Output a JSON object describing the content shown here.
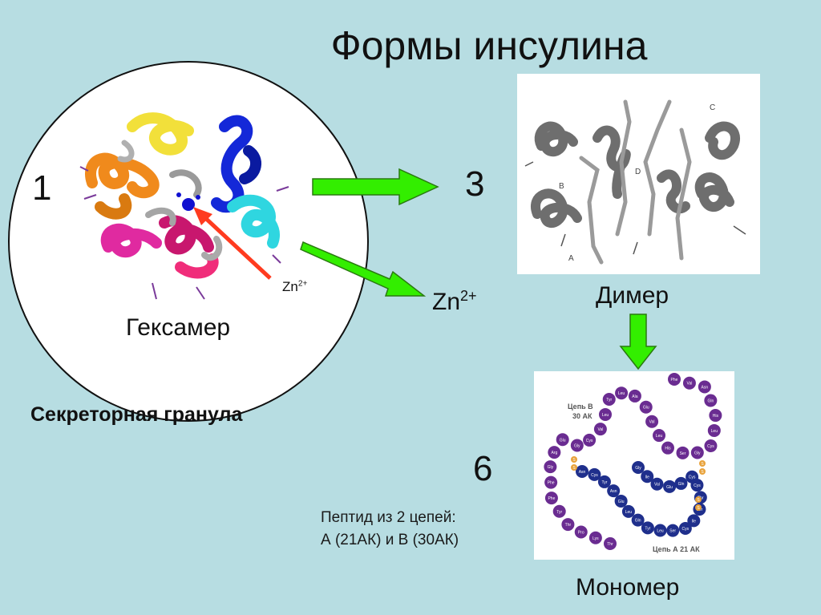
{
  "title": "Формы инсулина",
  "granule": {
    "step_number": "1",
    "hexamer_label": "Гексамер",
    "zn_label": "Zn",
    "zn_charge": "2+",
    "caption": "Секреторная гранула"
  },
  "dimer": {
    "step_number": "3",
    "label": "Димер",
    "released_ion": "Zn",
    "released_charge": "2+",
    "chain_labels": [
      "C",
      "B",
      "D",
      "A"
    ]
  },
  "monomer": {
    "step_number": "6",
    "label": "Мономер",
    "description_line1": "Пептид из 2 цепей:",
    "description_line2": "А (21АК) и В (30АК)",
    "chain_b_label_line1": "Цепь B",
    "chain_b_label_line2": "30 АК",
    "chain_a_label": "Цепь А 21 АК",
    "chain_b_residues": [
      "Phe",
      "Val",
      "Asn",
      "Gln",
      "His",
      "Leu",
      "Cys",
      "Gly",
      "Ser",
      "His",
      "Leu",
      "Val",
      "Glu",
      "Ala",
      "Leu",
      "Tyr",
      "Leu",
      "Val",
      "Cys",
      "Gly",
      "Glu",
      "Arg",
      "Gly",
      "Phe",
      "Phe",
      "Tyr",
      "Thr",
      "Pro",
      "Lys",
      "Thr"
    ],
    "chain_a_residues": [
      "Gly",
      "Ile",
      "Val",
      "Glu",
      "Gln",
      "Cys",
      "Cys",
      "Thr",
      "Ser",
      "Ile",
      "Cys",
      "Ser",
      "Leu",
      "Tyr",
      "Gln",
      "Leu",
      "Glu",
      "Asn",
      "Tyr",
      "Cys",
      "Asn"
    ],
    "disulfide_label": "S"
  },
  "colors": {
    "background": "#b7dde2",
    "arrow_green": "#33ee00",
    "zn_pointer": "#ff3b1f",
    "chain_b": "#6a2c91",
    "chain_a": "#1f2f8c",
    "disulfide": "#e8a23a"
  }
}
